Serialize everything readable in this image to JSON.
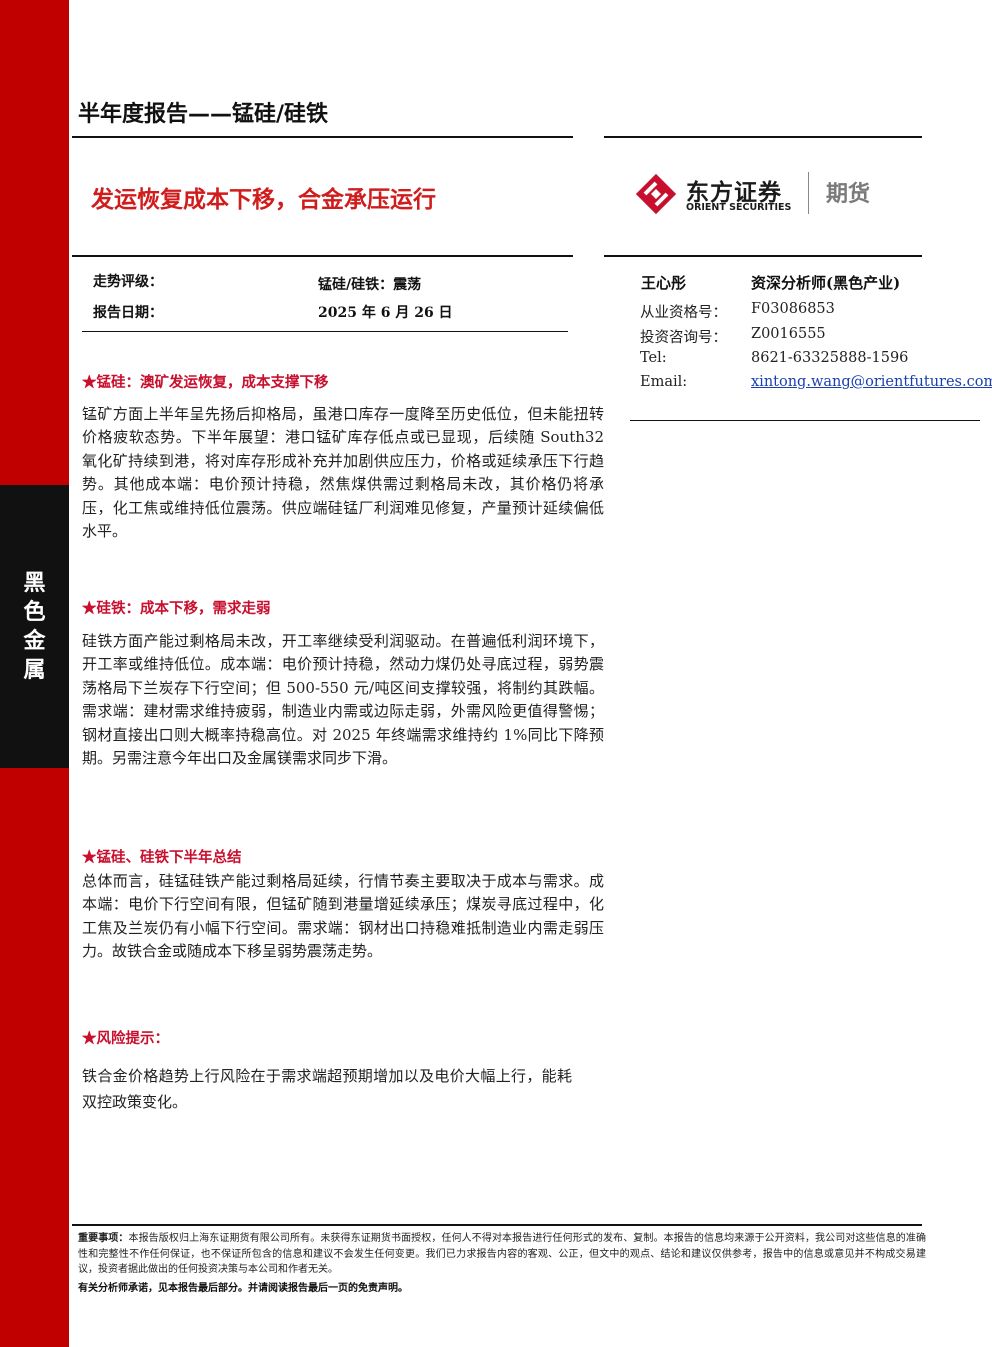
{
  "side": {
    "category": [
      "黑",
      "色",
      "金",
      "属"
    ]
  },
  "header": {
    "report_type": "半年度报告——锰硅/硅铁",
    "headline": "发运恢复成本下移，合金承压运行"
  },
  "logo": {
    "name_cn": "东方证券",
    "name_en": "ORIENT SECURITIES",
    "division": "期货",
    "brand_color": "#c8102e"
  },
  "info": {
    "trend_label": "走势评级：",
    "trend_value": "锰硅/硅铁：震荡",
    "date_label": "报告日期：",
    "date_value": "2025 年 6 月 26 日"
  },
  "analyst": {
    "name": "王心彤",
    "title": "资深分析师(黑色产业)",
    "rows": [
      {
        "label": "从业资格号：",
        "value": "F03086853"
      },
      {
        "label": "投资咨询号：",
        "value": "Z0016555"
      },
      {
        "label": "Tel:",
        "value": "8621-63325888-1596"
      },
      {
        "label": "Email:",
        "value": "xintong.wang@orientfutures.com"
      }
    ]
  },
  "sections": [
    {
      "heading": "★锰硅：澳矿发运恢复，成本支撑下移",
      "body": "锰矿方面上半年呈先扬后抑格局，虽港口库存一度降至历史低位，但未能扭转价格疲软态势。下半年展望：港口锰矿库存低点或已显现，后续随 South32 氧化矿持续到港，将对库存形成补充并加剧供应压力，价格或延续承压下行趋势。其他成本端：电价预计持稳，然焦煤供需过剩格局未改，其价格仍将承压，化工焦或维持低位震荡。供应端硅锰厂利润难见修复，产量预计延续偏低水平。"
    },
    {
      "heading": "★硅铁：成本下移，需求走弱",
      "body": "硅铁方面产能过剩格局未改，开工率继续受利润驱动。在普遍低利润环境下，开工率或维持低位。成本端：电价预计持稳，然动力煤仍处寻底过程，弱势震荡格局下兰炭存下行空间；但 500-550 元/吨区间支撑较强，将制约其跌幅。需求端：建材需求维持疲弱，制造业内需或边际走弱，外需风险更值得警惕；钢材直接出口则大概率持稳高位。对 2025 年终端需求维持约 1%同比下降预期。另需注意今年出口及金属镁需求同步下滑。"
    },
    {
      "heading": "★锰硅、硅铁下半年总结",
      "body": "总体而言，硅锰硅铁产能过剩格局延续，行情节奏主要取决于成本与需求。成本端：电价下行空间有限，但锰矿随到港量增延续承压；煤炭寻底过程中，化工焦及兰炭仍有小幅下行空间。需求端：钢材出口持稳难抵制造业内需走弱压力。故铁合金或随成本下移呈弱势震荡走势。"
    },
    {
      "heading": "★风险提示：",
      "body": "铁合金价格趋势上行风险在于需求端超预期增加以及电价大幅上行，能耗双控政策变化。"
    }
  ],
  "disclaimer": {
    "label": "重要事项：",
    "text": "本报告版权归上海东证期货有限公司所有。未获得东证期货书面授权，任何人不得对本报告进行任何形式的发布、复制。本报告的信息均来源于公开资料，我公司对这些信息的准确性和完整性不作任何保证，也不保证所包含的信息和建议不会发生任何变更。我们已力求报告内容的客观、公正，但文中的观点、结论和建议仅供参考，报告中的信息或意见并不构成交易建议，投资者据此做出的任何投资决策与本公司和作者无关。",
    "line2": "有关分析师承诺，见本报告最后部分。并请阅读报告最后一页的免责声明。"
  }
}
